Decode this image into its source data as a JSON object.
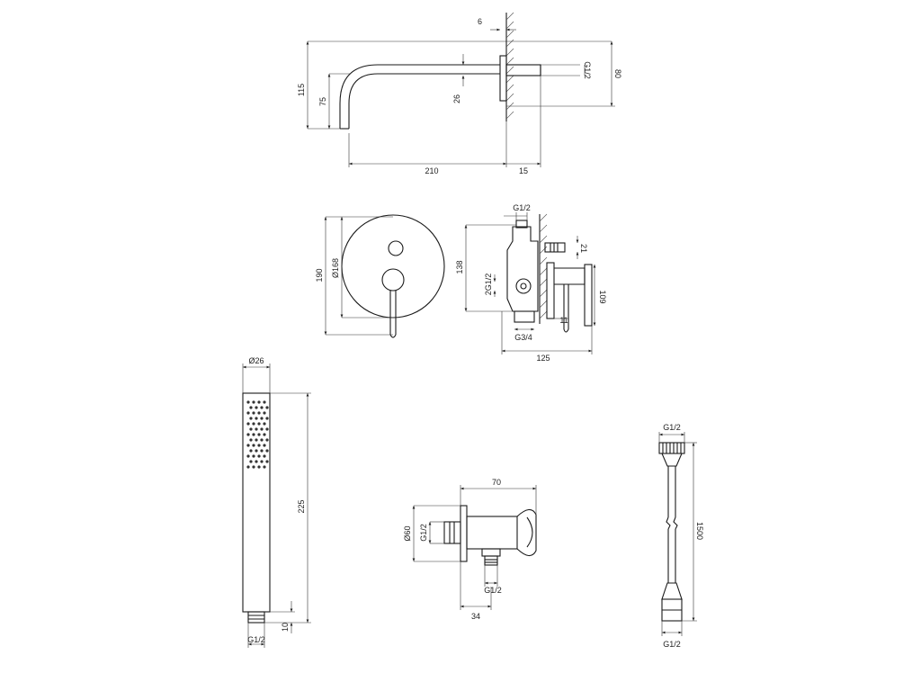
{
  "spout": {
    "dim_6": "6",
    "dim_115": "115",
    "dim_75": "75",
    "dim_26": "26",
    "dim_210": "210",
    "dim_15": "15",
    "thread": "G1/2",
    "dim_80": "80"
  },
  "mixer": {
    "dim_190": "190",
    "dim_168": "Ø168",
    "thread_top": "G1/2",
    "dim_138": "138",
    "dim_21": "21",
    "thread_side": "2G1/2",
    "dim_109": "109",
    "dim_11": "11",
    "thread_bottom": "G3/4",
    "dim_125": "125"
  },
  "hand_shower": {
    "dim_26": "Ø26",
    "dim_225": "225",
    "dim_10": "10",
    "thread": "G1/2"
  },
  "outlet_elbow": {
    "dim_70": "70",
    "dim_60": "Ø60",
    "thread_side": "G1/2",
    "thread_bottom": "G1/2",
    "dim_34": "34"
  },
  "hose": {
    "thread_top": "G1/2",
    "dim_1500": "1500",
    "thread_bottom": "G1/2"
  }
}
